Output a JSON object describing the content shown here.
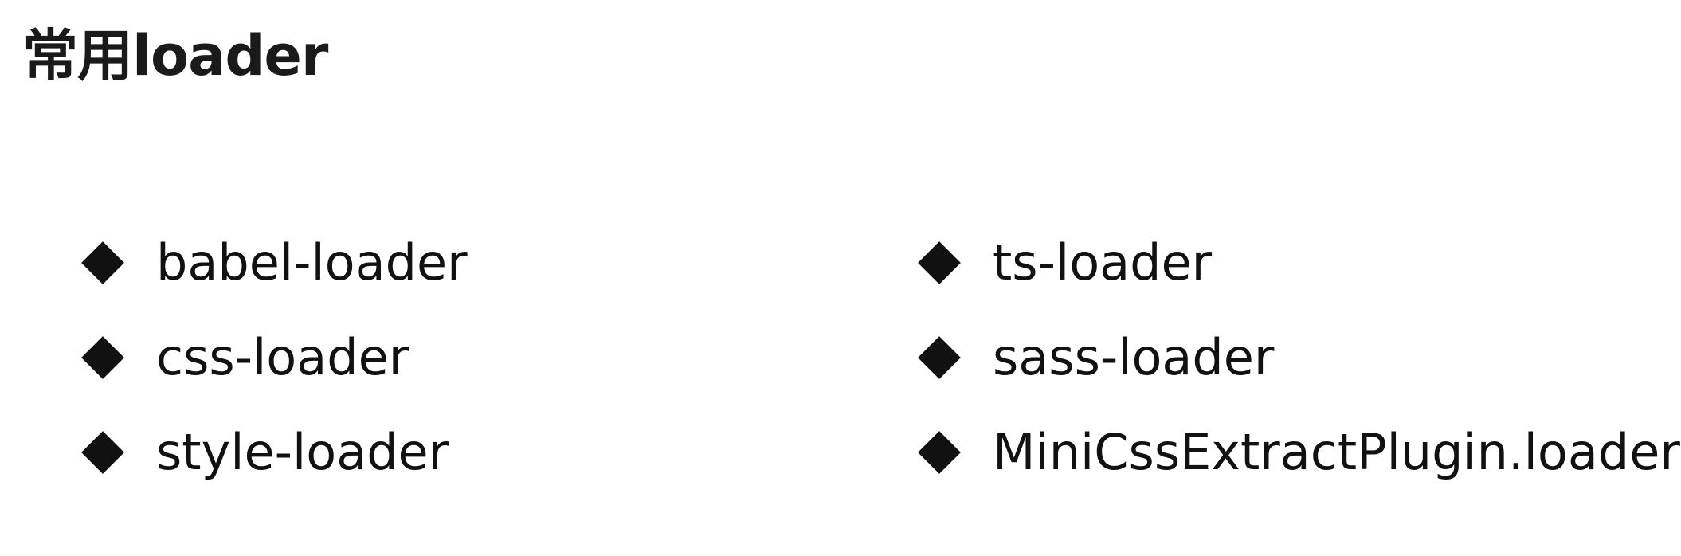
{
  "page": {
    "title": "常用loader"
  },
  "loaders": {
    "left": [
      {
        "label": "babel-loader",
        "bullet_icon": "diamond-bullet-icon"
      },
      {
        "label": "css-loader",
        "bullet_icon": "diamond-bullet-icon"
      },
      {
        "label": "style-loader",
        "bullet_icon": "diamond-bullet-icon"
      }
    ],
    "right": [
      {
        "label": "ts-loader",
        "bullet_icon": "diamond-bullet-icon"
      },
      {
        "label": "sass-loader",
        "bullet_icon": "diamond-bullet-icon"
      },
      {
        "label": "MiniCssExtractPlugin.loader",
        "bullet_icon": "diamond-bullet-icon"
      }
    ]
  },
  "colors": {
    "text": "#1a1a1a",
    "bullet": "#111111",
    "background": "#ffffff"
  }
}
